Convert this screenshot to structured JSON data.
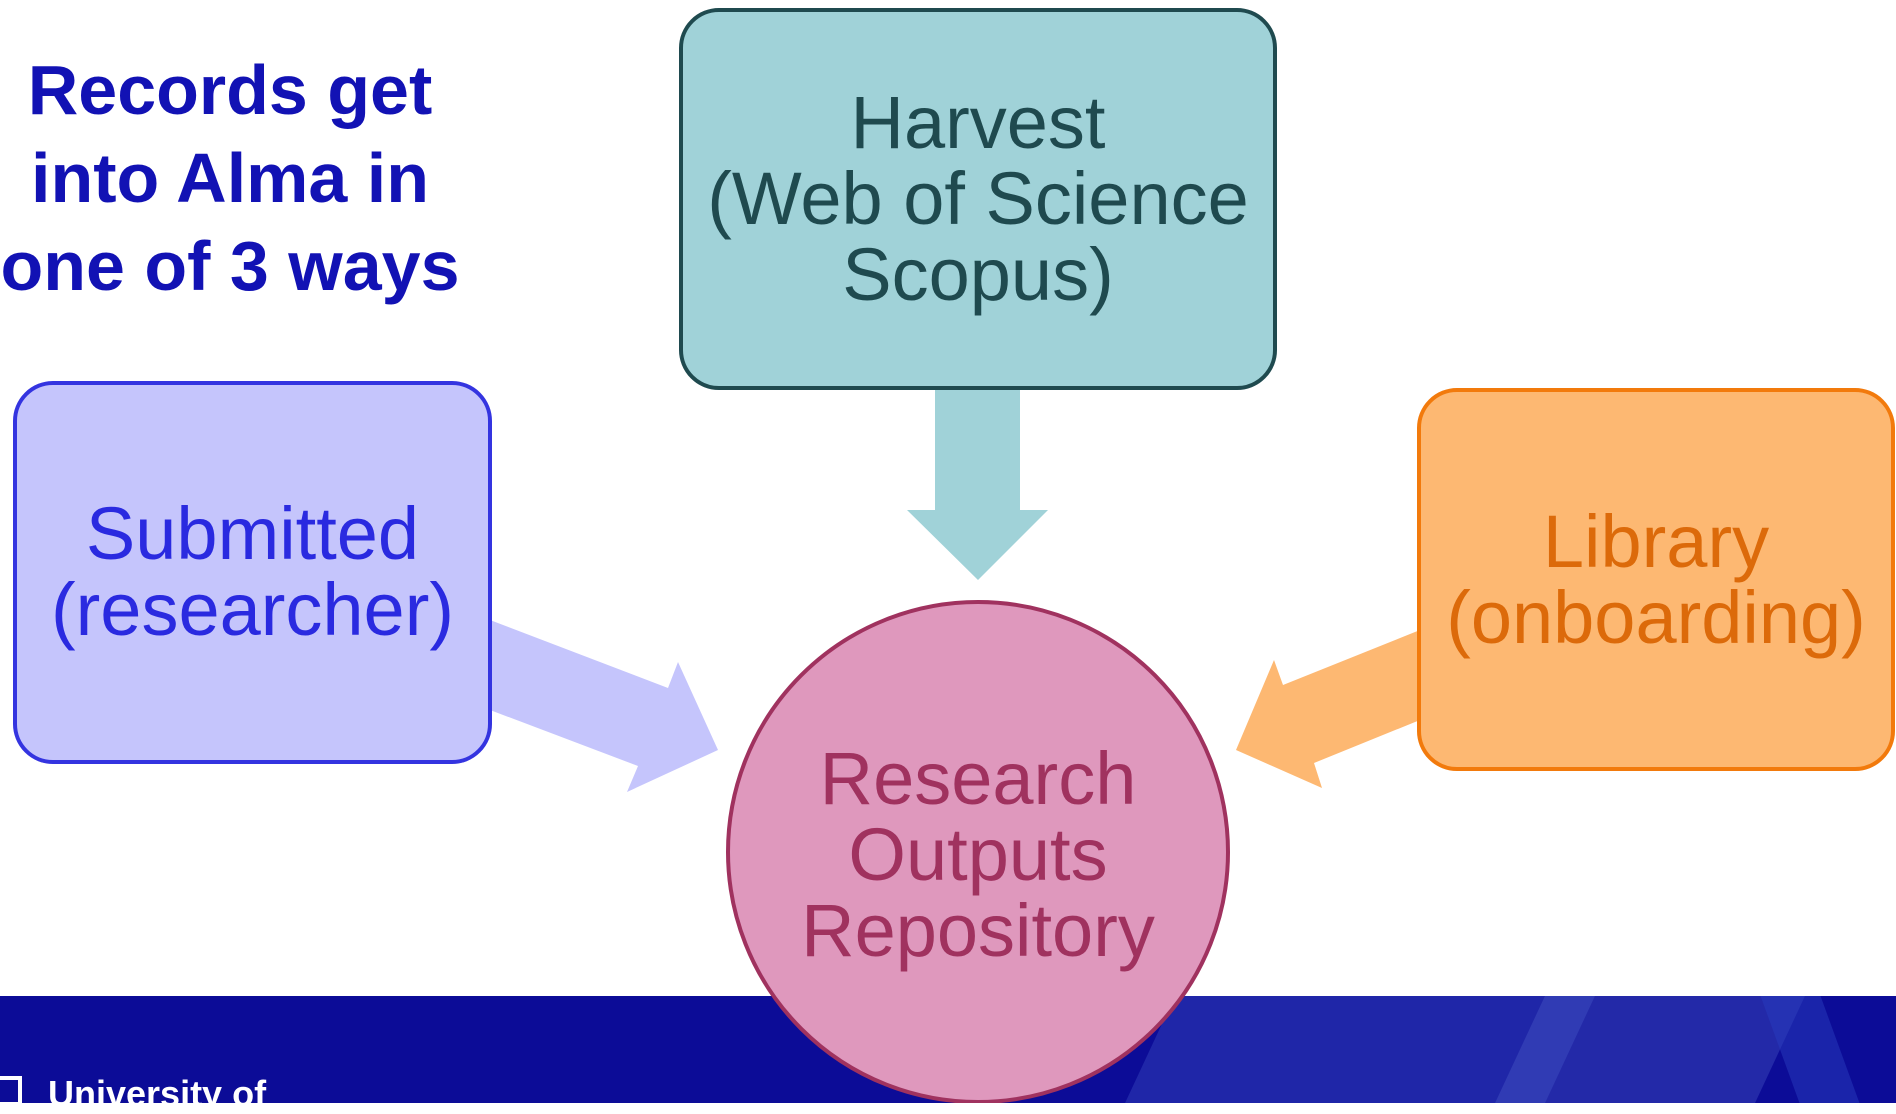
{
  "heading": "Records get\ninto Alma in\none of 3 ways",
  "nodes": {
    "harvest": {
      "label": "Harvest\n(Web of Science\nScopus)"
    },
    "submitted": {
      "label": "Submitted\n(researcher)"
    },
    "library": {
      "label": "Library\n(onboarding)"
    },
    "repository": {
      "label": "Research\nOutputs\nRepository"
    }
  },
  "footer": {
    "logo_text": "University of"
  },
  "colors": {
    "heading": "#1212b4",
    "harvest_fill": "#a0d2d8",
    "harvest_stroke": "#1f4a4f",
    "harvest_text": "#1f4a4f",
    "submitted_fill": "#c5c5fc",
    "submitted_stroke": "#3434e0",
    "submitted_text": "#2a2ae0",
    "library_fill": "#fdb872",
    "library_stroke": "#f27a0c",
    "library_text": "#dc6a0a",
    "repository_fill": "#df98bd",
    "repository_stroke": "#a0325f",
    "repository_text": "#a0325f",
    "footer_band": "#0c0c97"
  }
}
